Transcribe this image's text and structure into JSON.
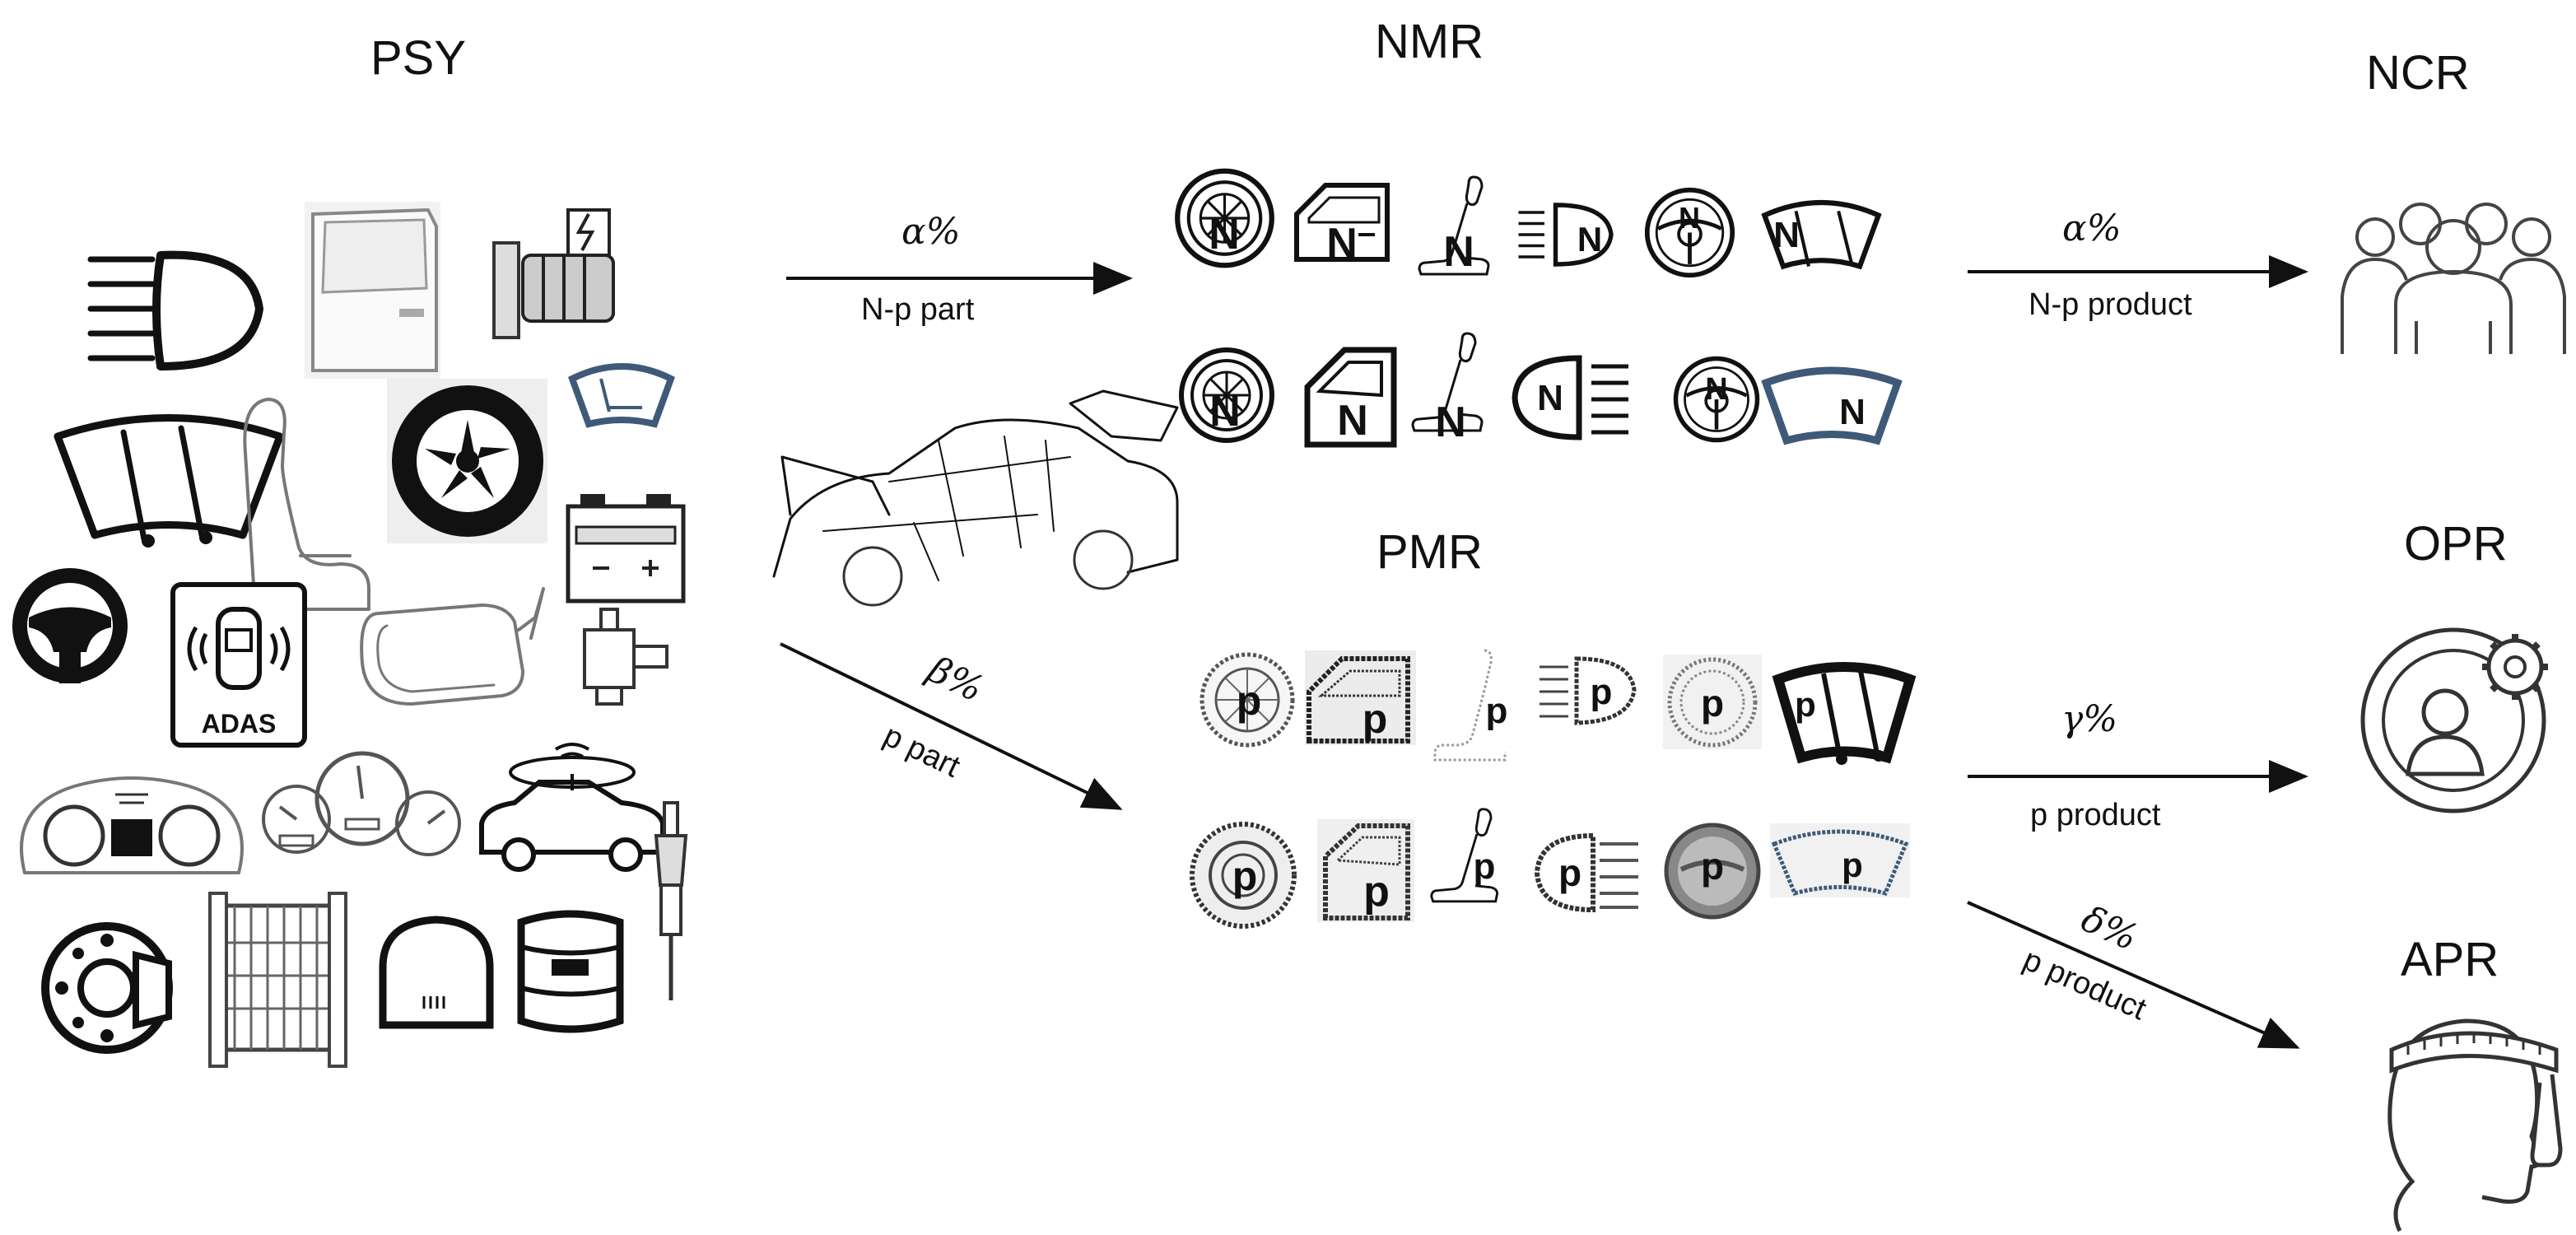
{
  "stages": {
    "psy": "PSY",
    "nmr": "NMR",
    "pmr": "PMR",
    "ncr": "NCR",
    "opr": "OPR",
    "apr": "APR"
  },
  "flows": [
    {
      "id": "psy-nmr",
      "percent": "α%",
      "label": "N-p part"
    },
    {
      "id": "psy-pmr",
      "percent": "β%",
      "label": "p part"
    },
    {
      "id": "nmr-ncr",
      "percent": "α%",
      "label": "N-p product"
    },
    {
      "id": "pmr-opr",
      "percent": "γ%",
      "label": "p product"
    },
    {
      "id": "pmr-apr",
      "percent": "δ%",
      "label": "p product"
    }
  ],
  "icon_letters": {
    "new": "N",
    "pre": "p"
  },
  "adas_label": "ADAS",
  "psy_icons": [
    "headlight-icon",
    "car-door-icon",
    "electric-motor-icon",
    "wiper-windshield-icon",
    "car-seat-icon",
    "wheel-icon",
    "rear-window-icon",
    "battery-icon",
    "steering-wheel-icon",
    "adas-sensor-icon",
    "side-mirror-icon",
    "fuel-pump-icon",
    "instrument-cluster-icon",
    "speedometer-icon",
    "connected-car-icon",
    "spark-plug-icon",
    "brake-disc-icon",
    "radiator-icon",
    "car-hood-icon",
    "piston-icon"
  ],
  "nmr_icons": [
    "tire-n-icon",
    "door-n-icon",
    "seat-n-icon",
    "headlight-n-icon",
    "steering-n-icon",
    "windshield-n-icon"
  ],
  "pmr_icons": [
    "tire-p-icon",
    "door-p-icon",
    "seat-p-icon",
    "headlight-p-icon",
    "steering-p-icon",
    "windshield-p-icon"
  ],
  "colors": {
    "ink": "#111111",
    "faded": "#777777",
    "windshield_blue": "#3e5a78"
  }
}
